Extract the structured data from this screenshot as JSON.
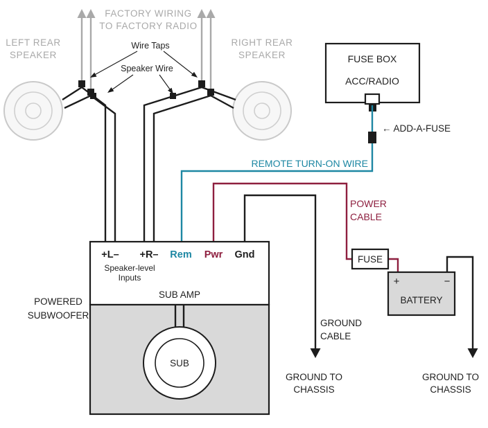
{
  "colors": {
    "factory_gray": "#a9a9a9",
    "wire_black": "#1c1c1c",
    "remote_teal": "#1d87a3",
    "power_maroon": "#8e1f3f",
    "panel_gray_fill": "#d9d9d9"
  },
  "top": {
    "factory_wiring_line1": "FACTORY WIRING",
    "factory_wiring_line2": "TO FACTORY RADIO",
    "left_speaker_line1": "LEFT REAR",
    "left_speaker_line2": "SPEAKER",
    "right_speaker_line1": "RIGHT REAR",
    "right_speaker_line2": "SPEAKER",
    "wire_taps_label": "Wire Taps",
    "speaker_wire_label": "Speaker Wire"
  },
  "fuse_box": {
    "title": "FUSE BOX",
    "slot": "ACC/RADIO",
    "add_a_fuse_label": "← ADD-A-FUSE"
  },
  "wires": {
    "remote_label": "REMOTE TURN-ON WIRE",
    "power_label_line1": "POWER",
    "power_label_line2": "CABLE",
    "ground_cable_line1": "GROUND",
    "ground_cable_line2": "CABLE",
    "ground_chassis_line1": "GROUND TO",
    "ground_chassis_line2": "CHASSIS"
  },
  "power": {
    "fuse_label": "FUSE",
    "battery_label": "BATTERY",
    "plus": "+",
    "minus": "−"
  },
  "amp": {
    "terminals": {
      "left": "+L–",
      "right": "+R–",
      "remote": "Rem",
      "power": "Pwr",
      "ground": "Gnd"
    },
    "inputs_line1": "Speaker-level",
    "inputs_line2": "Inputs",
    "title": "SUB AMP"
  },
  "subwoofer": {
    "label_line1": "POWERED",
    "label_line2": "SUBWOOFER",
    "cone_label": "SUB"
  }
}
